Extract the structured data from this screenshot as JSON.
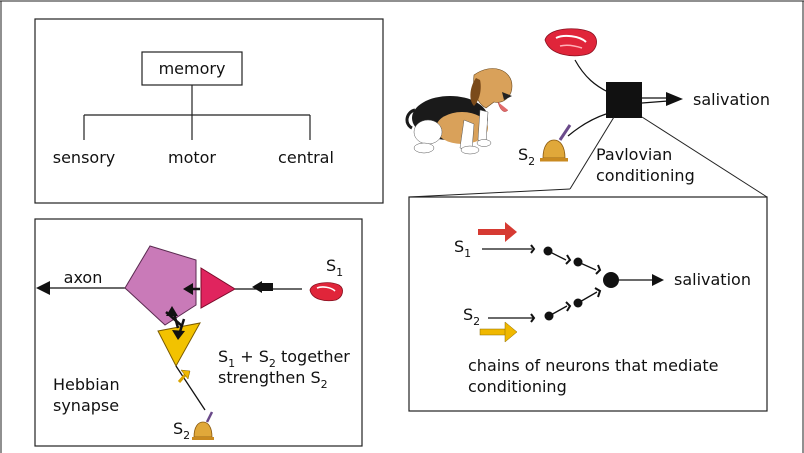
{
  "memory_tree": {
    "root": "memory",
    "children": [
      "sensory",
      "motor",
      "central"
    ]
  },
  "pavlov": {
    "output": "salivation",
    "stimulus_letter": "S",
    "stimulus_sub": "2",
    "caption_line1": "Pavlovian",
    "caption_line2": "conditioning"
  },
  "neuron_chain": {
    "s1_letter": "S",
    "s1_sub": "1",
    "s2_letter": "S",
    "s2_sub": "2",
    "output": "salivation",
    "caption_line1": "chains of neurons that  mediate",
    "caption_line2": "conditioning"
  },
  "hebbian": {
    "axon": "axon",
    "s1_letter": "S",
    "s1_sub": "1",
    "s2_letter": "S",
    "s2_sub": "2",
    "rule_line1_a": "S",
    "rule_line1_a_sub": "1",
    "rule_line1_plus": " + S",
    "rule_line1_b_sub": "2",
    "rule_line1_rest": " together",
    "rule_line2": "strengthen S",
    "rule_line2_sub": "2",
    "caption_line1": "Hebbian",
    "caption_line2": "synapse"
  },
  "colors": {
    "soma": "#c97ab8",
    "red_neuron": "#e0245e",
    "yellow_neuron": "#f2c200",
    "red_arrow": "#d63a32",
    "yellow_arrow": "#f0b800"
  }
}
